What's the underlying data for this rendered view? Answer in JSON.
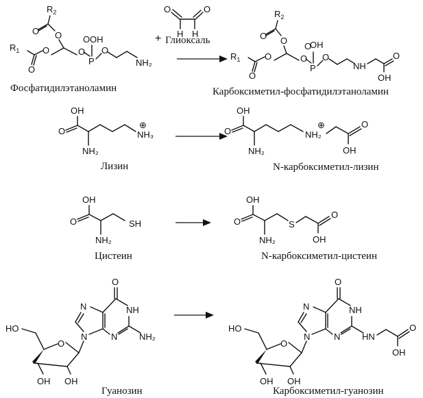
{
  "reactions": [
    {
      "reactant": "Фосфатидилэтаноламин",
      "reagent": "Глиоксаль",
      "product": "Карбоксиметил-фосфатидилэтаноламин"
    },
    {
      "reactant": "Лизин",
      "product": "N-карбоксиметил-лизин"
    },
    {
      "reactant": "Цистеин",
      "product": "N-карбоксиметил-цистеин"
    },
    {
      "reactant": "Гуанозин",
      "product": "Карбоксиметил-гуанозин"
    }
  ],
  "plus": "+",
  "atoms": {
    "O": "O",
    "OH": "OH",
    "H": "H",
    "N": "N",
    "NH": "NH",
    "HN": "HN",
    "NH2": "NH₂",
    "NH3": "NH₃",
    "S": "S",
    "SH": "SH",
    "P": "P",
    "R1": "R",
    "R2": "R",
    "R1_sub": "1",
    "R2_sub": "2",
    "charge": "⊕"
  }
}
